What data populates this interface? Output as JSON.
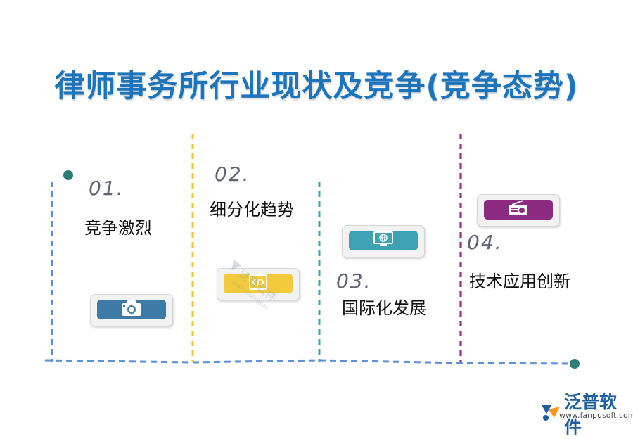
{
  "title": "律师事务所行业现状及竞争(竞争态势)",
  "steps": [
    {
      "num": "01.",
      "label": "竞争激烈",
      "color": "#5b8fd9",
      "icon_bg": "#3e7aa6",
      "icon": "camera-icon"
    },
    {
      "num": "02.",
      "label": "细分化趋势",
      "color": "#f2c12e",
      "icon_bg": "#f2ca3c",
      "icon": "code-file-icon"
    },
    {
      "num": "03.",
      "label": "国际化发展",
      "color": "#3aa3ae",
      "icon_bg": "#3ea1b4",
      "icon": "monitor-globe-icon"
    },
    {
      "num": "04.",
      "label": "技术应用创新",
      "color": "#8a237a",
      "icon_bg": "#8c2a82",
      "icon": "radio-icon"
    }
  ],
  "colors": {
    "title": "#1c74bc",
    "dot": "#2e7d75",
    "baseline": "#5b8fd9"
  },
  "logo": {
    "text": "泛普软件",
    "url": "www.fanpusoft.com"
  },
  "watermark": {
    "text": "泛普软件",
    "sub": "FANPU SOFTWARE"
  }
}
